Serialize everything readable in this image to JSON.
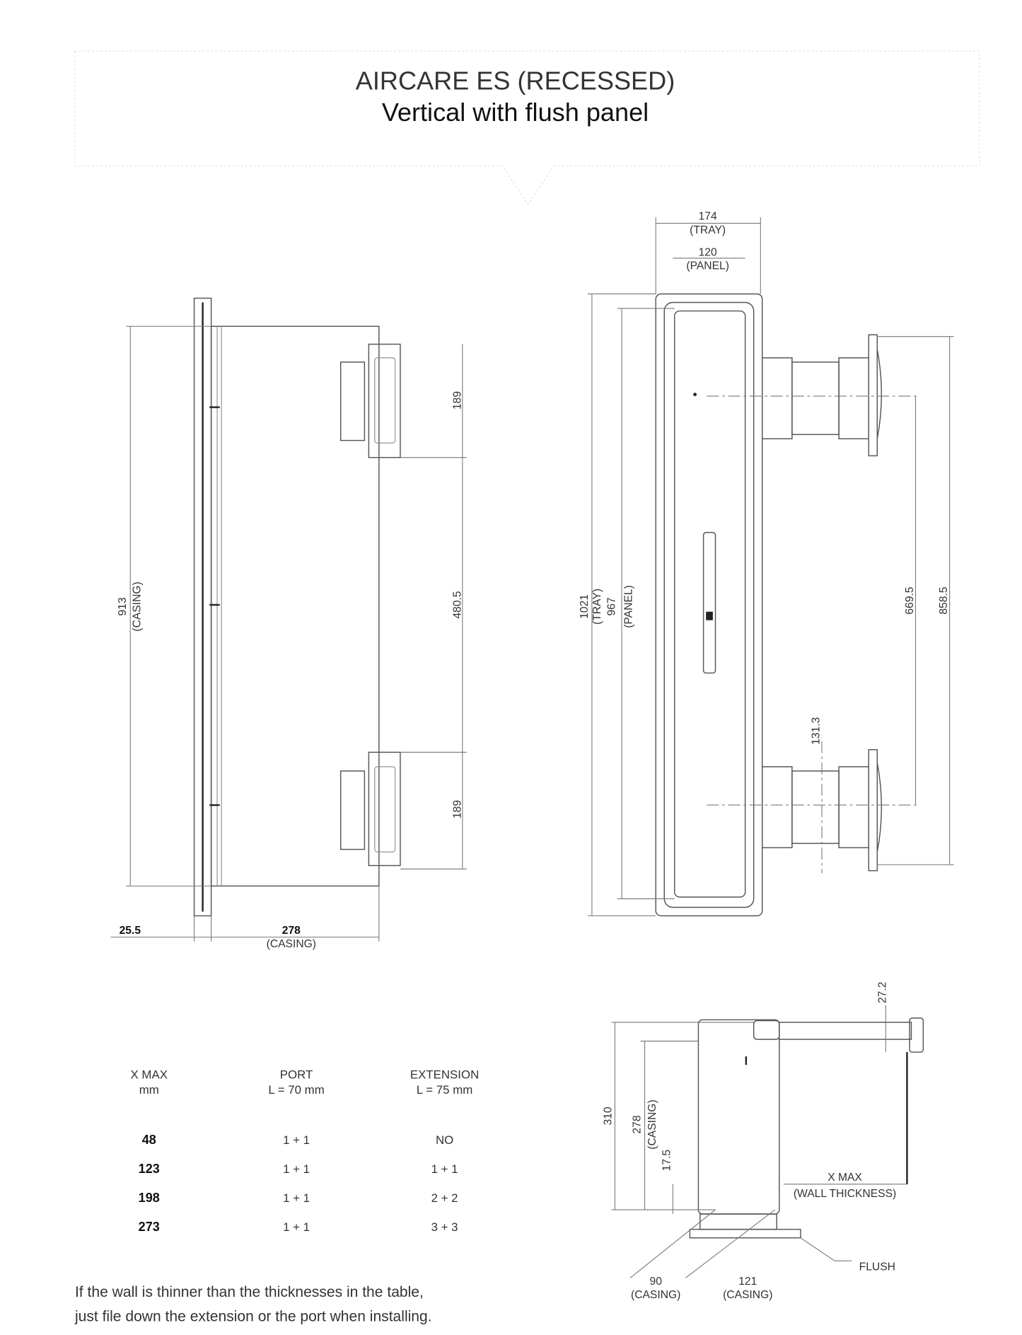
{
  "header": {
    "title": "AIRCARE ES (RECESSED)",
    "subtitle": "Vertical with flush panel"
  },
  "front_view": {
    "height_value": "913",
    "height_label": "(CASING)",
    "bracket_top": "189",
    "middle": "480.5",
    "bracket_bottom": "189",
    "flange_value": "25.5",
    "depth_value": "278",
    "depth_label": "(CASING)"
  },
  "side_view": {
    "tray_width": "174",
    "tray_width_label": "(TRAY)",
    "panel_width": "120",
    "panel_width_label": "(PANEL)",
    "tray_height": "1021",
    "tray_height_label": "(TRAY)",
    "panel_height": "967",
    "panel_height_label": "(PANEL)",
    "port_spacing": "669.5",
    "port_outer": "858.5",
    "port_offset": "131.3"
  },
  "top_view": {
    "total": "310",
    "casing": "278",
    "casing_label": "(CASING)",
    "offset": "17.5",
    "pipe": "27.2",
    "xmax": "X MAX",
    "wall": "(WALL THICKNESS)",
    "flush": "FLUSH",
    "left_value": "90",
    "left_label": "(CASING)",
    "right_value": "121",
    "right_label": "(CASING)"
  },
  "table": {
    "headers": [
      {
        "line1": "X MAX",
        "line2": "mm"
      },
      {
        "line1": "PORT",
        "line2": "L = 70 mm"
      },
      {
        "line1": "EXTENSION",
        "line2": "L = 75 mm"
      }
    ],
    "rows": [
      {
        "xmax": "48",
        "port": "1 + 1",
        "extension": "NO"
      },
      {
        "xmax": "123",
        "port": "1 + 1",
        "extension": "1 + 1"
      },
      {
        "xmax": "198",
        "port": "1 + 1",
        "extension": "2 + 2"
      },
      {
        "xmax": "273",
        "port": "1 + 1",
        "extension": "3 + 3"
      }
    ]
  },
  "note": {
    "line1": "If the wall is thinner than the thicknesses in the table,",
    "line2": "just file down the extension or the port when installing."
  }
}
